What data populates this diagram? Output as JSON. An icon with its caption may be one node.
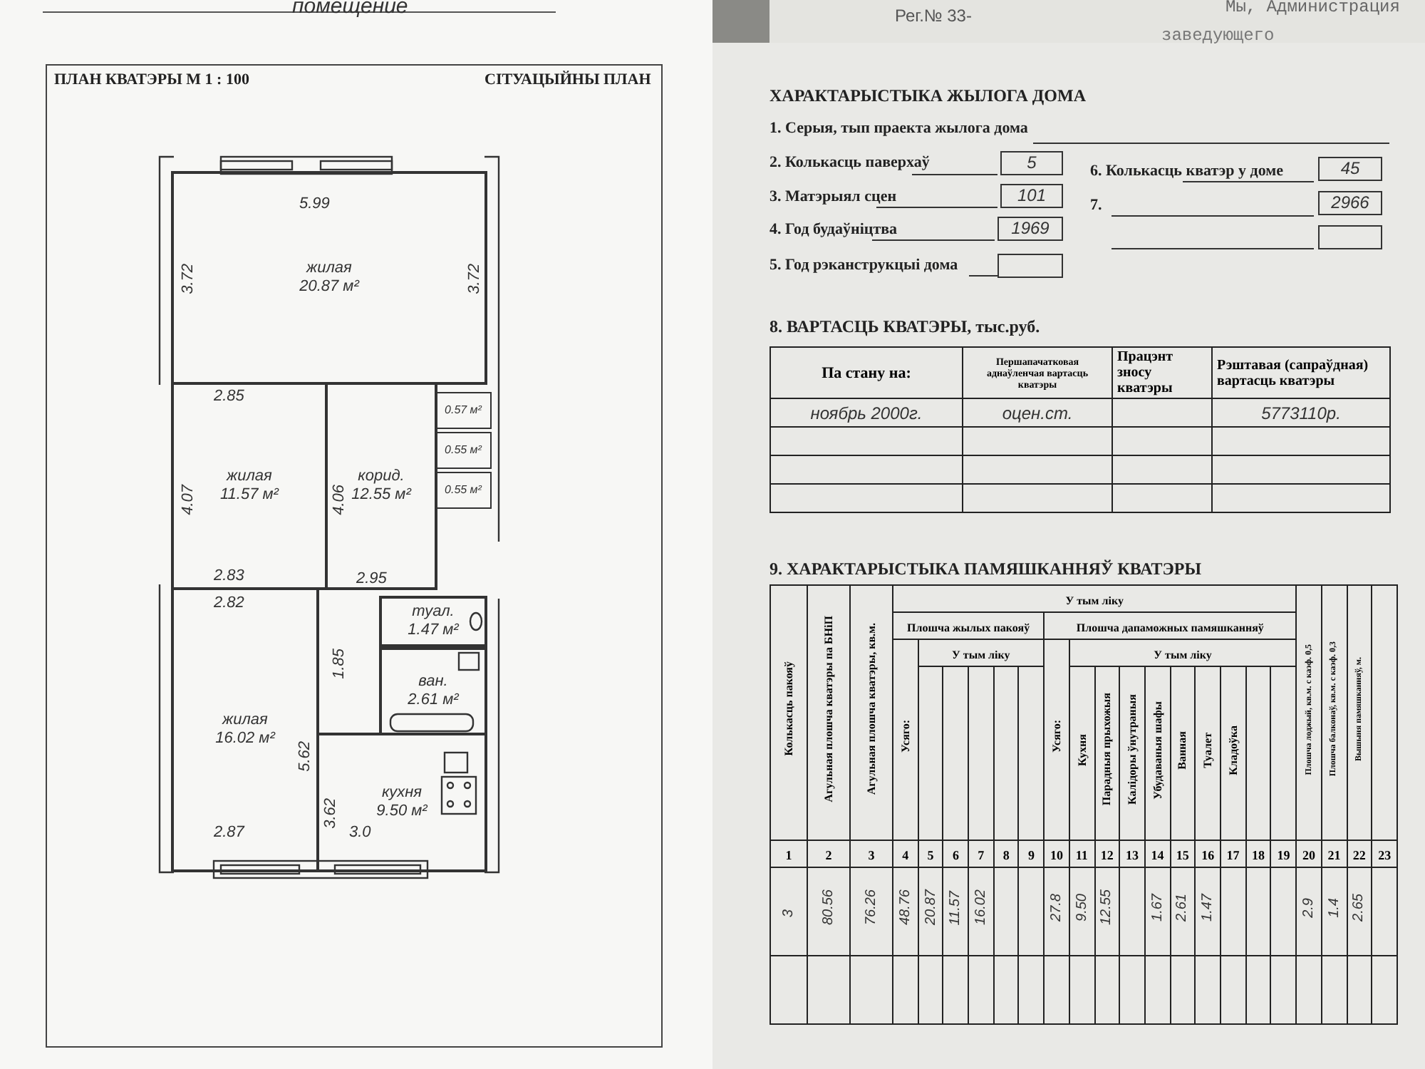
{
  "diagram": {
    "nodes": [
      {
        "text": [
          "жилая",
          "20.87 м²"
        ]
      },
      {
        "text": [
          "жилая",
          "11.57 м²"
        ]
      },
      {
        "text": [
          "корид.",
          "12.55 м²"
        ]
      },
      {
        "text": [
          "0.57 м²"
        ]
      },
      {
        "text": [
          "0.55 м²"
        ]
      },
      {
        "text": [
          "0.55 м²"
        ]
      },
      {
        "text": [
          "жилая",
          "16.02 м²"
        ]
      },
      {
        "text": [
          "туал.",
          "1.47 м²"
        ]
      },
      {
        "text": [
          "ван.",
          "2.61 м²"
        ]
      },
      {
        "text": [
          "кухня",
          "9.50 м²"
        ]
      }
    ],
    "labels": [
      "помещение",
      "Рег.№ 33-",
      "Мы, Администрация",
      "заведующего",
      "ПЛАН КВАТЭРЫ М 1 : 100",
      "СІТУАЦЫЙНЫ ПЛАН",
      "5.99",
      "3.72",
      "3.72",
      "2.85",
      "4.07",
      "4.06",
      "2.83",
      "2.95",
      "2.82",
      "1.85",
      "5.62",
      "3.62",
      "2.87",
      "3.0",
      "ХАРАКТАРЫСТЫКА ЖЫЛОГА ДОМА",
      "1. Серыя, тып праекта жылога дома",
      "2. Колькасць паверхаў",
      "5",
      "6. Колькасць кватэр у доме",
      "45",
      "3. Матэрыял сцен",
      "101",
      "7.",
      "2966",
      "4. Год будаўніцтва",
      "1969",
      "5. Год рэканструкцыі дома",
      "8. ВАРТАСЦЬ КВАТЭРЫ, тыс.руб.",
      "Па стану на:",
      "Першапачатковая аднаўленчая вартасць кватэры",
      "Працэнт зносу кватэры",
      "Рэштавая (сапраўдная) вартасць кватэры",
      "ноябрь 2000г.",
      "оцен.ст.",
      "5773110р.",
      "9. ХАРАКТАРЫСТЫКА ПАМЯШКАННЯЎ КВАТЭРЫ",
      "Колькасць пакояў",
      "Агульная плошча кватэры па БНіП",
      "Агульная плошча кватэры, кв.м.",
      "У тым ліку",
      "Плошча жылых пакояў",
      "Плошча дапаможных памяшканняў",
      "Усяго:",
      "У тым ліку",
      "Усяго:",
      "У тым ліку",
      "Кухня",
      "Парадныя прыхожыя",
      "Калідоры ўнутраныя",
      "Убудаваныя шафы",
      "Ванная",
      "Туалет",
      "Кладоўка",
      "Плошча лоджый, кв.м. с каэф. 0,5",
      "Плошча балконаў, кв.м. с каэф. 0,3",
      "Вышыня памяшканняў, м.",
      "1",
      "2",
      "3",
      "4",
      "5",
      "6",
      "7",
      "8",
      "9",
      "10",
      "11",
      "12",
      "13",
      "14",
      "15",
      "16",
      "17",
      "18",
      "19",
      "20",
      "21",
      "22",
      "23",
      "3",
      "80.56",
      "76.26",
      "48.76",
      "20.87",
      "11.57",
      "16.02",
      "27.8",
      "9.50",
      "12.55",
      "1.67",
      "2.61",
      "1.47",
      "2.9",
      "1.4",
      "2.65"
    ]
  }
}
